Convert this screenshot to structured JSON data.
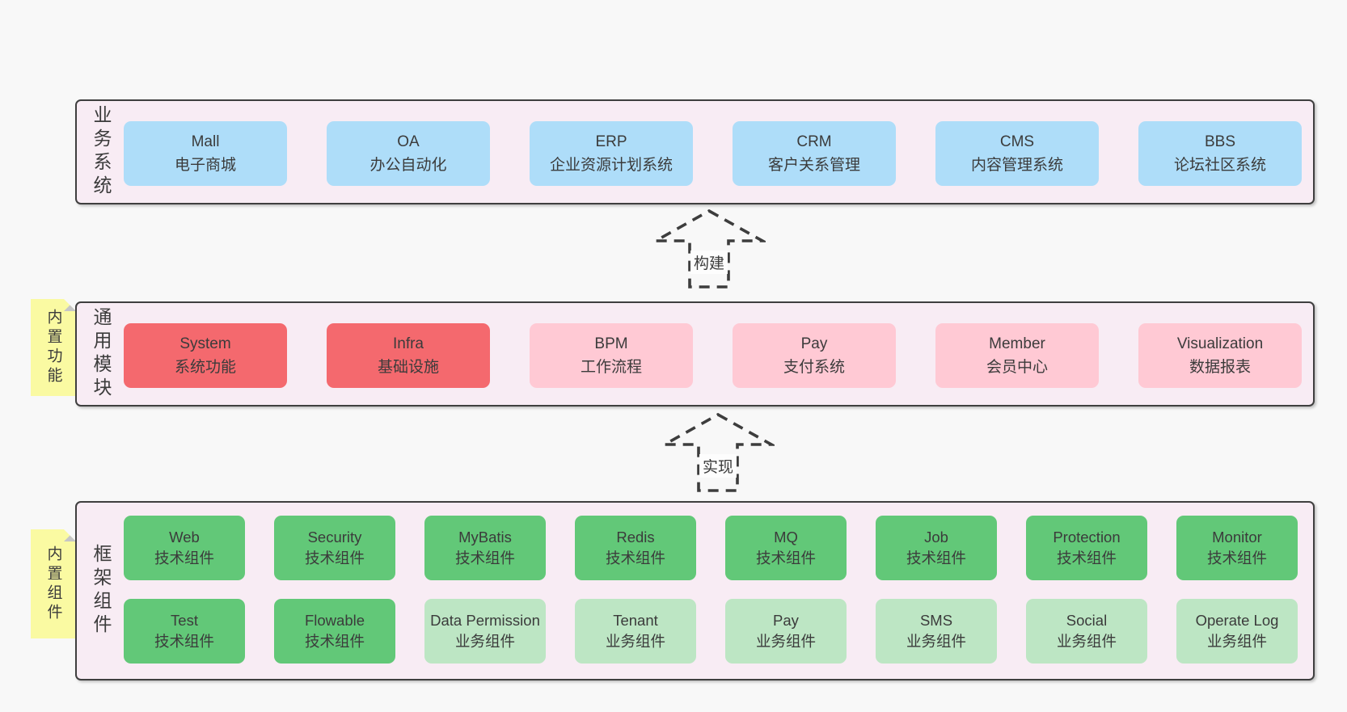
{
  "diagram": {
    "arrows": [
      {
        "label": "构建"
      },
      {
        "label": "实现"
      }
    ],
    "bands": [
      {
        "side_label": "业务系统",
        "boxes": [
          {
            "name": "Mall",
            "desc": "电子商城"
          },
          {
            "name": "OA",
            "desc": "办公自动化"
          },
          {
            "name": "ERP",
            "desc": "企业资源计划系统"
          },
          {
            "name": "CRM",
            "desc": "客户关系管理"
          },
          {
            "name": "CMS",
            "desc": "内容管理系统"
          },
          {
            "name": "BBS",
            "desc": "论坛社区系统"
          }
        ]
      },
      {
        "side_label": "通用模块",
        "note": "内置功能",
        "boxes": [
          {
            "name": "System",
            "desc": "系统功能"
          },
          {
            "name": "Infra",
            "desc": "基础设施"
          },
          {
            "name": "BPM",
            "desc": "工作流程"
          },
          {
            "name": "Pay",
            "desc": "支付系统"
          },
          {
            "name": "Member",
            "desc": "会员中心"
          },
          {
            "name": "Visualization",
            "desc": "数据报表"
          }
        ]
      },
      {
        "side_label": "框架组件",
        "note": "内置组件",
        "boxes": [
          {
            "name": "Web",
            "desc": "技术组件"
          },
          {
            "name": "Security",
            "desc": "技术组件"
          },
          {
            "name": "MyBatis",
            "desc": "技术组件"
          },
          {
            "name": "Redis",
            "desc": "技术组件"
          },
          {
            "name": "MQ",
            "desc": "技术组件"
          },
          {
            "name": "Job",
            "desc": "技术组件"
          },
          {
            "name": "Protection",
            "desc": "技术组件"
          },
          {
            "name": "Monitor",
            "desc": "技术组件"
          },
          {
            "name": "Test",
            "desc": "技术组件"
          },
          {
            "name": "Flowable",
            "desc": "技术组件"
          },
          {
            "name": "Data Permission",
            "desc": "业务组件"
          },
          {
            "name": "Tenant",
            "desc": "业务组件"
          },
          {
            "name": "Pay",
            "desc": "业务组件"
          },
          {
            "name": "SMS",
            "desc": "业务组件"
          },
          {
            "name": "Social",
            "desc": "业务组件"
          },
          {
            "name": "Operate Log",
            "desc": "业务组件"
          }
        ]
      }
    ]
  },
  "colors": {
    "page_bg": "#f8f8f8",
    "band_bg": "#f8ecf4",
    "band_border": "#3f3f3f",
    "box_blue": "#aeddf9",
    "box_red": "#f4696e",
    "box_pink": "#ffc9d4",
    "box_green_dark": "#62c878",
    "box_green_light": "#bde6c4",
    "note_yellow": "#fafaa2",
    "text": "#3b3b3b"
  }
}
